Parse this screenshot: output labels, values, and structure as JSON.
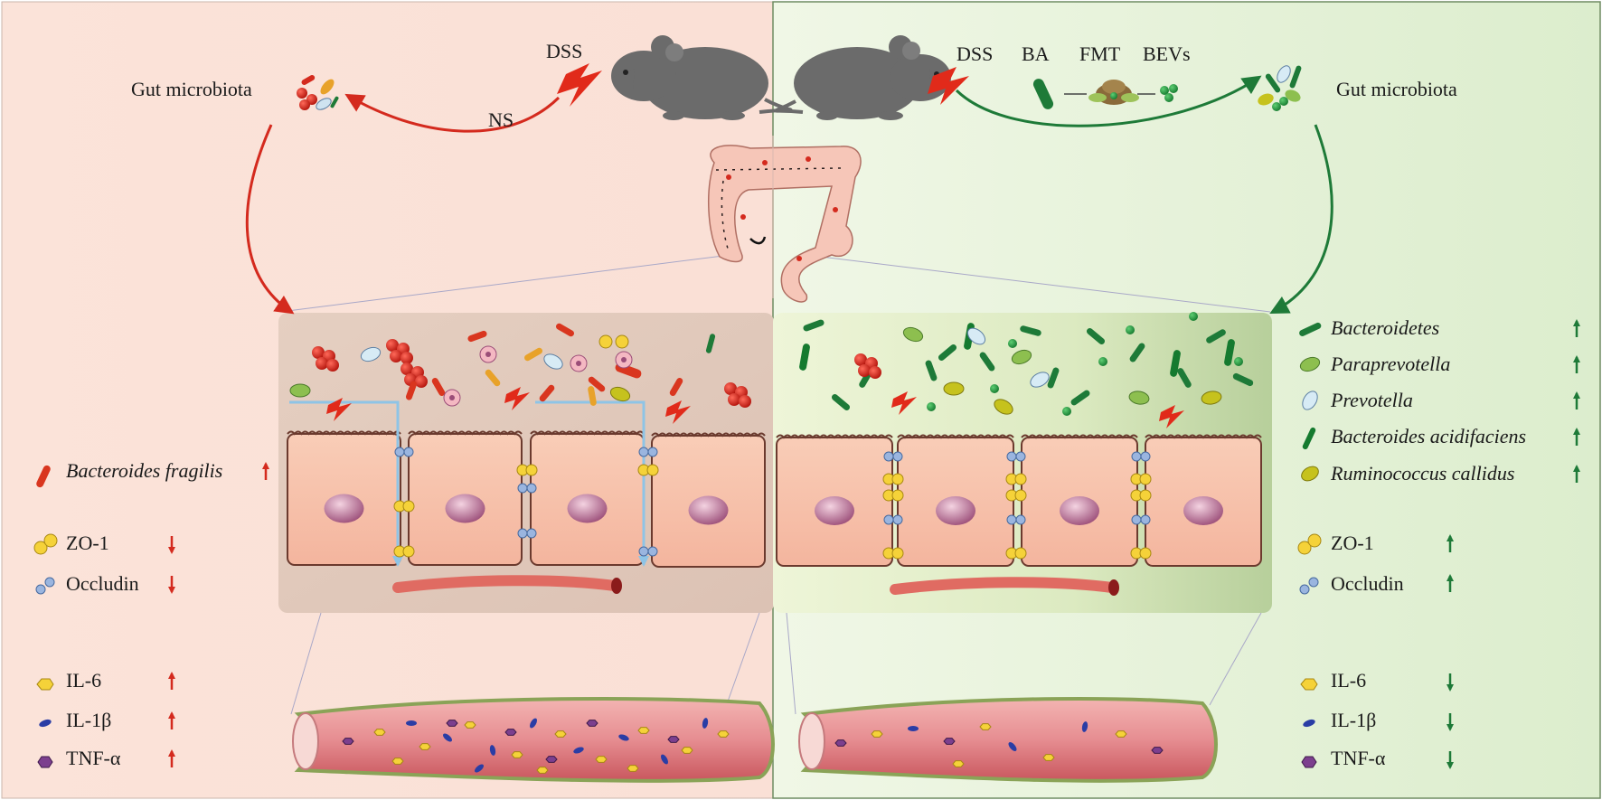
{
  "left_panel": {
    "treatment": "DSS",
    "vehicle": "NS",
    "gut_microbiota": "Gut microbiota",
    "bacteria_legend": [
      {
        "name": "Bacteroides fragilis",
        "trend": "up"
      }
    ],
    "tight_junction_legend": [
      {
        "name": "ZO-1",
        "trend": "down"
      },
      {
        "name": "Occludin",
        "trend": "down"
      }
    ],
    "cytokine_legend": [
      {
        "name": "IL-6",
        "trend": "up"
      },
      {
        "name": "IL-1β",
        "trend": "up"
      },
      {
        "name": "TNF-α",
        "trend": "up"
      }
    ]
  },
  "right_panel": {
    "treatments": [
      "DSS",
      "BA",
      "FMT",
      "BEVs"
    ],
    "gut_microbiota": "Gut microbiota",
    "bacteria_legend": [
      {
        "name": "Bacteroidetes",
        "trend": "up"
      },
      {
        "name": "Paraprevotella",
        "trend": "up"
      },
      {
        "name": "Prevotella",
        "trend": "up"
      },
      {
        "name": "Bacteroides acidifaciens",
        "trend": "up"
      },
      {
        "name": "Ruminococcus callidus",
        "trend": "up"
      }
    ],
    "tight_junction_legend": [
      {
        "name": "ZO-1",
        "trend": "up"
      },
      {
        "name": "Occludin",
        "trend": "up"
      }
    ],
    "cytokine_legend": [
      {
        "name": "IL-6",
        "trend": "down"
      },
      {
        "name": "IL-1β",
        "trend": "down"
      },
      {
        "name": "TNF-α",
        "trend": "down"
      }
    ]
  },
  "colors": {
    "left_bg": "#fbe6dd",
    "right_bg": "#e3f1d5",
    "red_arrow": "#d42a1e",
    "green_arrow": "#1e7a38",
    "mouse": "#6b6b6b"
  }
}
